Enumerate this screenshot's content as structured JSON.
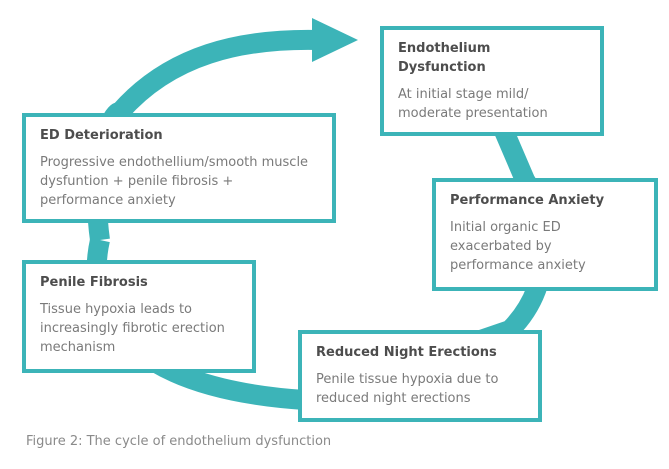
{
  "colors": {
    "accent": "#3cb4b8",
    "title_text": "#4d4d4d",
    "body_text": "#7a7a7a"
  },
  "nodes": [
    {
      "title": "Endothelium Dysfunction",
      "description": "At initial stage mild/ moderate presentation"
    },
    {
      "title": "Performance Anxiety",
      "description": "Initial organic ED exacerbated by performance anxiety"
    },
    {
      "title": "Reduced Night Erections",
      "description": "Penile tissue hypoxia due to reduced night erections"
    },
    {
      "title": "Penile Fibrosis",
      "description": "Tissue hypoxia leads to increasingly fibrotic erection mechanism"
    },
    {
      "title": "ED Deterioration",
      "description": "Progressive endothellium/smooth muscle dysfuntion + penile fibrosis + performance anxiety"
    }
  ],
  "caption": "Figure 2: The cycle of endothelium dysfunction"
}
